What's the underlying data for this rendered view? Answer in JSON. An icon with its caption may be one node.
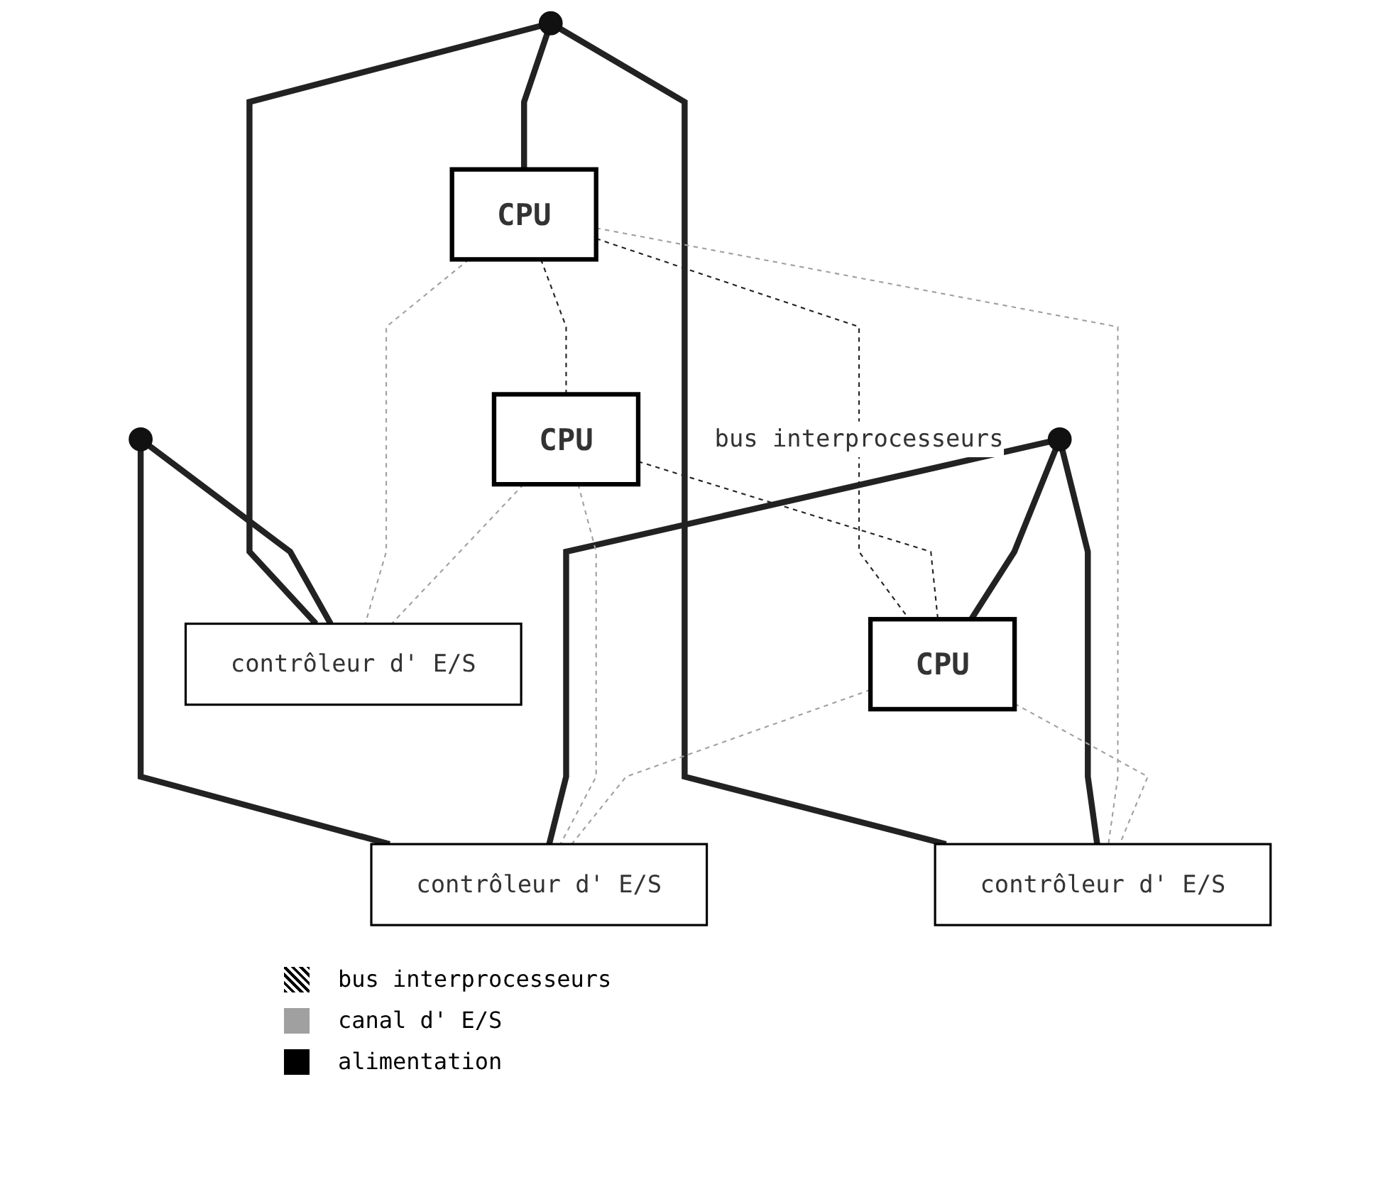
{
  "diagram": {
    "nodes": [
      {
        "text": [],
        "shape": "circle"
      },
      {
        "text": [
          "CPU"
        ]
      },
      {
        "text": [],
        "shape": "circle"
      },
      {
        "text": [
          "CPU"
        ]
      },
      {
        "text": [
          "CPU"
        ]
      },
      {
        "text": [],
        "shape": "circle"
      },
      {
        "text": [
          "contrôleur d' E/S"
        ]
      },
      {
        "text": [
          "contrôleur d' E/S"
        ]
      },
      {
        "text": [
          "contrôleur d' E/S"
        ]
      }
    ],
    "edges": [
      {
        "from": 1,
        "to": 4,
        "arrow": "none",
        "style": "dashed",
        "label": "bus interprocesseurs"
      },
      {
        "from": 1,
        "to": 3,
        "arrow": "none",
        "style": "dashed"
      },
      {
        "from": 3,
        "to": 4,
        "arrow": "none",
        "style": "dashed"
      },
      {
        "from": 0,
        "to": 1,
        "arrow": "none",
        "style": "thick"
      },
      {
        "from": 0,
        "to": 6,
        "arrow": "none",
        "style": "thick"
      },
      {
        "from": 0,
        "to": 8,
        "arrow": "none",
        "style": "thick"
      },
      {
        "from": 2,
        "to": 6,
        "arrow": "none",
        "style": "thick"
      },
      {
        "from": 2,
        "to": 7,
        "arrow": "none",
        "style": "thick"
      },
      {
        "from": 5,
        "to": 4,
        "arrow": "none",
        "style": "thick"
      },
      {
        "from": 5,
        "to": 7,
        "arrow": "none",
        "style": "thick"
      },
      {
        "from": 5,
        "to": 8,
        "arrow": "none",
        "style": "thick"
      },
      {
        "from": 1,
        "to": 6,
        "arrow": "none",
        "style": "dashed",
        "color": "#a0a0a0"
      },
      {
        "from": 3,
        "to": 6,
        "arrow": "none",
        "style": "dashed",
        "color": "#a0a0a0"
      },
      {
        "from": 3,
        "to": 7,
        "arrow": "none",
        "style": "dashed",
        "color": "#a0a0a0"
      },
      {
        "from": 4,
        "to": 7,
        "arrow": "none",
        "style": "dashed",
        "color": "#a0a0a0"
      },
      {
        "from": 1,
        "to": 8,
        "arrow": "none",
        "style": "dashed",
        "color": "#a0a0a0"
      },
      {
        "from": 4,
        "to": 8,
        "arrow": "none",
        "style": "dashed",
        "color": "#a0a0a0"
      }
    ],
    "legend": [
      {
        "text": "bus interprocesseurs"
      },
      {
        "text": "canal d' E/S",
        "color": "#a0a0a0"
      },
      {
        "text": "alimentation",
        "color": "#000000"
      }
    ]
  }
}
